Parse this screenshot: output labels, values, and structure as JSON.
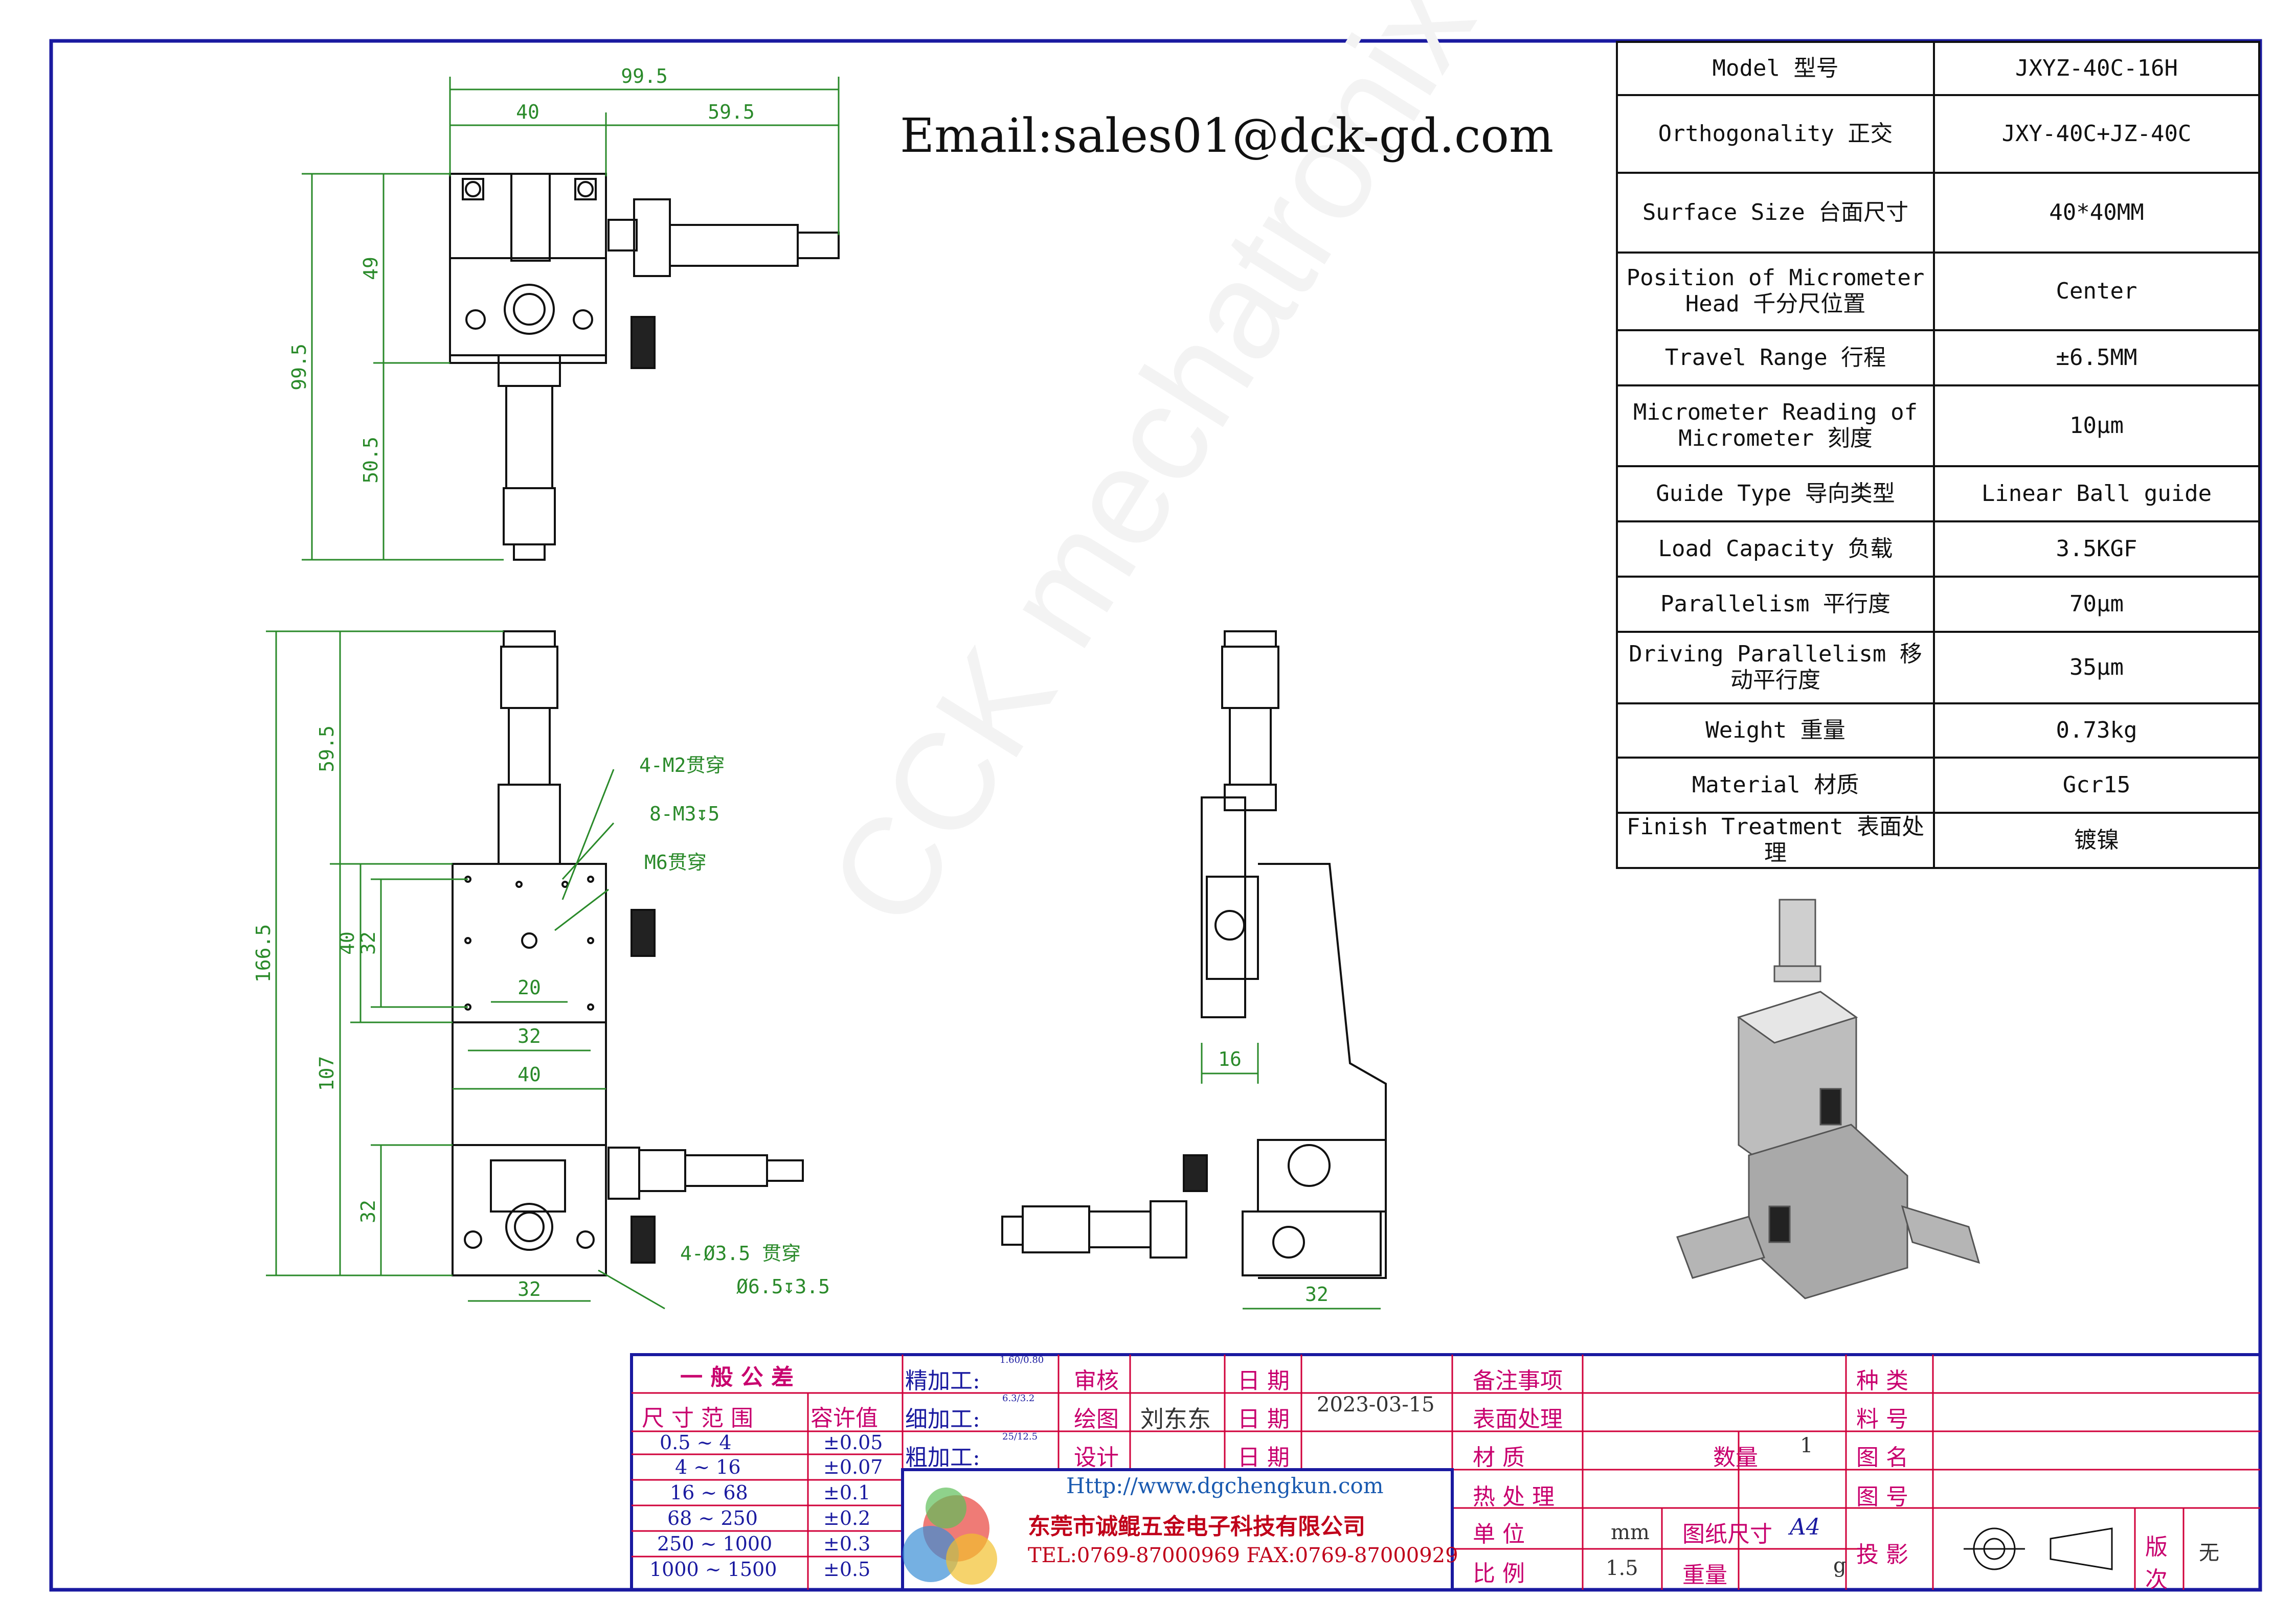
{
  "email": "Email:sales01@dck-gd.com",
  "watermark": "CCK mechatronix",
  "specs": [
    {
      "label": "Model 型号",
      "value": "JXYZ-40C-16H"
    },
    {
      "label": "Orthogonality 正交",
      "value": "JXY-40C+JZ-40C"
    },
    {
      "label": "Surface Size 台面尺寸",
      "value": "40*40MM"
    },
    {
      "label": "Position of Micrometer Head 千分尺位置",
      "value": "Center"
    },
    {
      "label": "Travel Range 行程",
      "value": "±6.5MM"
    },
    {
      "label": "Micrometer Reading of Micrometer 刻度",
      "value": "10μm"
    },
    {
      "label": "Guide Type 导向类型",
      "value": "Linear Ball guide"
    },
    {
      "label": "Load Capacity 负载",
      "value": "3.5KGF"
    },
    {
      "label": "Parallelism 平行度",
      "value": "70μm"
    },
    {
      "label": "Driving Parallelism 移动平行度",
      "value": "35μm"
    },
    {
      "label": "Weight 重量",
      "value": "0.73kg"
    },
    {
      "label": "Material 材质",
      "value": "Gcr15"
    },
    {
      "label": "Finish Treatment 表面处理",
      "value": "镀镍"
    }
  ],
  "top_view": {
    "overall_width": "99.5",
    "left_width": "40",
    "right_width": "59.5",
    "overall_height": "99.5",
    "upper_height": "49",
    "lower_height": "50.5"
  },
  "front_view": {
    "total_height": "166.5",
    "upper": "59.5",
    "lower": "107",
    "plate": "40",
    "hole_span": "32",
    "hole_width": "32",
    "width": "40",
    "base_height": "32",
    "base_hole": "32",
    "inner_20": "20"
  },
  "front_notes": {
    "thru_m2": "4-M2贯穿",
    "m3_tapped": "8-M3↧5",
    "m6_thru": "M6贯穿",
    "cbore_line1": "4-Ø3.5 贯穿",
    "cbore_line2": "Ø6.5↧3.5"
  },
  "side_view": {
    "offset": "16",
    "base_hole": "32"
  },
  "title_block": {
    "general_tolerance": "一 般 公 差",
    "size_range": "尺 寸 范 围",
    "tolerance": "容许值",
    "ranges": [
      {
        "range": "0.5 ~ 4",
        "tol": "±0.05"
      },
      {
        "range": "4 ~ 16",
        "tol": "±0.07"
      },
      {
        "range": "16 ~ 68",
        "tol": "±0.1"
      },
      {
        "range": "68 ~ 250",
        "tol": "±0.2"
      },
      {
        "range": "250 ~ 1000",
        "tol": "±0.3"
      },
      {
        "range": "1000 ~ 1500",
        "tol": "±0.5"
      }
    ],
    "fine": "精加工:",
    "medium": "细加工:",
    "rough": "粗加工:",
    "fine_ra": "1.60/0.80",
    "medium_ra": "6.3/3.2",
    "rough_ra": "25/12.5",
    "review": "审核",
    "draw": "绘图",
    "design": "设计",
    "drafter": "刘东东",
    "date": "日 期",
    "date_value": "2023-03-15",
    "notes": "备注事项",
    "surface": "表面处理",
    "material": "材 质",
    "heat": "热 处 理",
    "unit": "单 位",
    "scale": "比 例",
    "quantity": "数量",
    "quantity_value": "1",
    "unit_value": "mm",
    "paper_size": "图纸尺寸",
    "paper_value": "A4",
    "scale_value": "1.5",
    "weight": "重量",
    "weight_unit": "g",
    "kind": "种 类",
    "part_no": "料 号",
    "drawing_name": "图 名",
    "drawing_no": "图 号",
    "projection": "投 影",
    "version": "版次",
    "version_value": "无",
    "website": "Http://www.dgchengkun.com",
    "company": "东莞市诚鲲五金电子科技有限公司",
    "contact": "TEL:0769-87000969 FAX:0769-87000929"
  },
  "colors": {
    "frame": "#1a1aa0",
    "dim": "#2a8a2a",
    "table_line": "#d0003a",
    "magenta": "#c8006e",
    "line": "#111111"
  }
}
